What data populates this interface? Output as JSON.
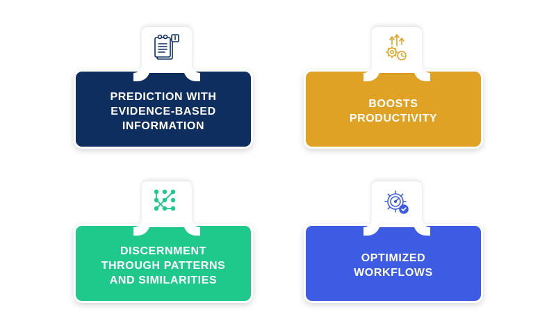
{
  "cards": [
    {
      "id": "prediction",
      "lines": [
        "PREDICTION WITH",
        "EVIDENCE-BASED",
        "INFORMATION"
      ],
      "color": "#0d2e5e",
      "icon": "document-icon",
      "icon_color": "#0d2e5e"
    },
    {
      "id": "productivity",
      "lines": [
        "BOOSTS",
        "PRODUCTIVITY"
      ],
      "color": "#e0a224",
      "icon": "gears-growth-icon",
      "icon_color": "#e0a224"
    },
    {
      "id": "discernment",
      "lines": [
        "DISCERNMENT",
        "THROUGH PATTERNS",
        "AND SIMILARITIES"
      ],
      "color": "#1fc98b",
      "icon": "pattern-dots-icon",
      "icon_color": "#1fc98b"
    },
    {
      "id": "workflows",
      "lines": [
        "OPTIMIZED",
        "WORKFLOWS"
      ],
      "color": "#3d5be3",
      "icon": "gear-gauge-icon",
      "icon_color": "#3d5be3"
    }
  ]
}
